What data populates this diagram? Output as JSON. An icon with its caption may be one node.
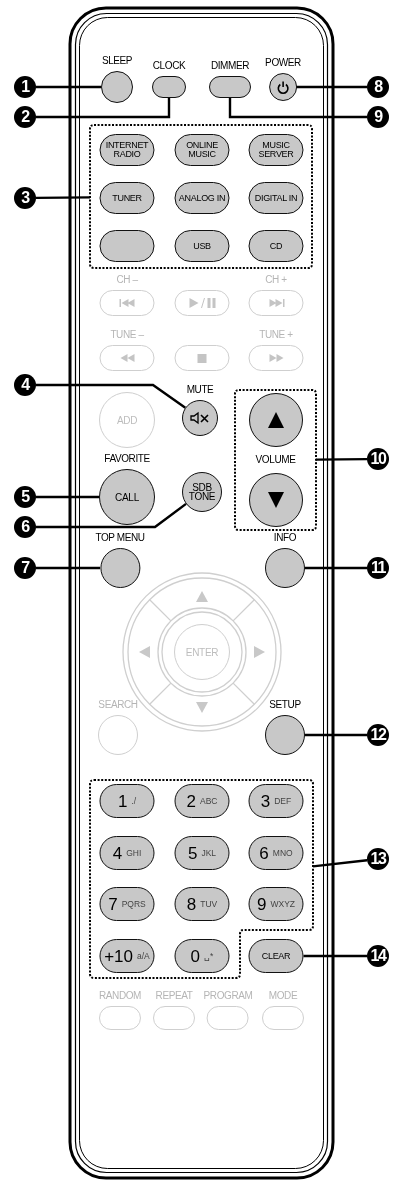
{
  "diagram": {
    "nodes": [
      {
        "text": [
          "SLEEP"
        ]
      },
      {
        "text": [
          "CLOCK"
        ]
      },
      {
        "text": [
          "DIMMER"
        ]
      },
      {
        "text": [
          "POWER"
        ]
      },
      {
        "text": [
          "1"
        ]
      },
      {
        "text": [
          "8"
        ]
      },
      {
        "text": [
          "2"
        ]
      },
      {
        "text": [
          "9"
        ]
      },
      {
        "text": [],
        "shape": "box"
      },
      {
        "text": [
          "INTERNET RADIO"
        ],
        "in": 8
      },
      {
        "text": [
          "ONLINE MUSIC"
        ],
        "in": 8
      },
      {
        "text": [
          "MUSIC SERVER"
        ],
        "in": 8
      },
      {
        "text": [
          "TUNER"
        ],
        "in": 8
      },
      {
        "text": [
          "ANALOG IN"
        ],
        "in": 8
      },
      {
        "text": [
          "DIGITAL IN"
        ],
        "in": 8
      },
      {
        "text": [],
        "shape": "box",
        "in": 8
      },
      {
        "text": [
          "USB"
        ],
        "in": 8
      },
      {
        "text": [
          "CD"
        ],
        "in": 8
      },
      {
        "text": [
          "3"
        ]
      },
      {
        "text": [
          "CH –"
        ]
      },
      {
        "text": [],
        "shape": "box"
      },
      {
        "text": [
          "CH +"
        ]
      },
      {
        "text": [
          "TUNE –"
        ]
      },
      {
        "text": [],
        "shape": "box"
      },
      {
        "text": [
          "TUNE +"
        ]
      },
      {
        "text": [
          "4"
        ]
      },
      {
        "text": [
          "MUTE"
        ]
      },
      {
        "text": [
          "VOLUME"
        ]
      },
      {
        "text": [],
        "shape": "circle",
        "in": 27
      },
      {
        "text": [
          "ADD"
        ]
      },
      {
        "text": [
          "10"
        ]
      },
      {
        "text": [],
        "shape": "circle",
        "in": 27
      },
      {
        "text": [
          "FAVORITE",
          "CALL"
        ]
      },
      {
        "text": [
          "5"
        ]
      },
      {
        "text": [
          "SDB TONE"
        ]
      },
      {
        "text": [
          "6"
        ]
      },
      {
        "text": [
          "TOP MENU"
        ]
      },
      {
        "text": [
          "INFO"
        ]
      },
      {
        "text": [
          "7"
        ]
      },
      {
        "text": [
          "11"
        ]
      },
      {
        "text": [
          "ENTER"
        ]
      },
      {
        "text": [
          "SEARCH"
        ]
      },
      {
        "text": [
          "SETUP"
        ]
      },
      {
        "text": [
          "12"
        ]
      },
      {
        "text": [],
        "shape": "box"
      },
      {
        "text": [
          "1",
          "./"
        ],
        "in": 44
      },
      {
        "text": [
          "2",
          "ABC"
        ],
        "in": 44
      },
      {
        "text": [
          "3",
          "DEF"
        ],
        "in": 44
      },
      {
        "text": [
          "4",
          "GHI"
        ],
        "in": 44
      },
      {
        "text": [
          "5",
          "JKL"
        ],
        "in": 44
      },
      {
        "text": [
          "6",
          "MNO"
        ],
        "in": 44
      },
      {
        "text": [
          "7",
          "PQRS"
        ],
        "in": 44
      },
      {
        "text": [
          "8",
          "TUV"
        ],
        "in": 44
      },
      {
        "text": [
          "9",
          "WXYZ"
        ],
        "in": 44
      },
      {
        "text": [
          "+10",
          "a/A"
        ],
        "in": 44
      },
      {
        "text": [
          "0",
          "␣*"
        ],
        "in": 44
      },
      {
        "text": [
          "13"
        ]
      },
      {
        "text": [
          "CLEAR"
        ]
      },
      {
        "text": [
          "14"
        ]
      },
      {
        "text": [
          "RANDOM"
        ]
      },
      {
        "text": [
          "REPEAT"
        ]
      },
      {
        "text": [
          "PROGRAM"
        ]
      },
      {
        "text": [
          "MODE"
        ]
      }
    ],
    "edges": [
      {
        "from": 4,
        "to": 0,
        "arrow": "none"
      },
      {
        "from": 6,
        "to": 1,
        "arrow": "none"
      },
      {
        "from": 7,
        "to": 2,
        "arrow": "none"
      },
      {
        "from": 5,
        "to": 3,
        "arrow": "none"
      },
      {
        "from": 18,
        "to": 8,
        "arrow": "none"
      },
      {
        "from": 25,
        "to": 26,
        "arrow": "none"
      },
      {
        "from": 30,
        "to": 27,
        "arrow": "none"
      },
      {
        "from": 33,
        "to": 32,
        "arrow": "none"
      },
      {
        "from": 35,
        "to": 34,
        "arrow": "none"
      },
      {
        "from": 38,
        "to": 36,
        "arrow": "none"
      },
      {
        "from": 39,
        "to": 37,
        "arrow": "none"
      },
      {
        "from": 43,
        "to": 42,
        "arrow": "none"
      },
      {
        "from": 56,
        "to": 44,
        "arrow": "none"
      },
      {
        "from": 58,
        "to": 57,
        "arrow": "none"
      }
    ]
  }
}
